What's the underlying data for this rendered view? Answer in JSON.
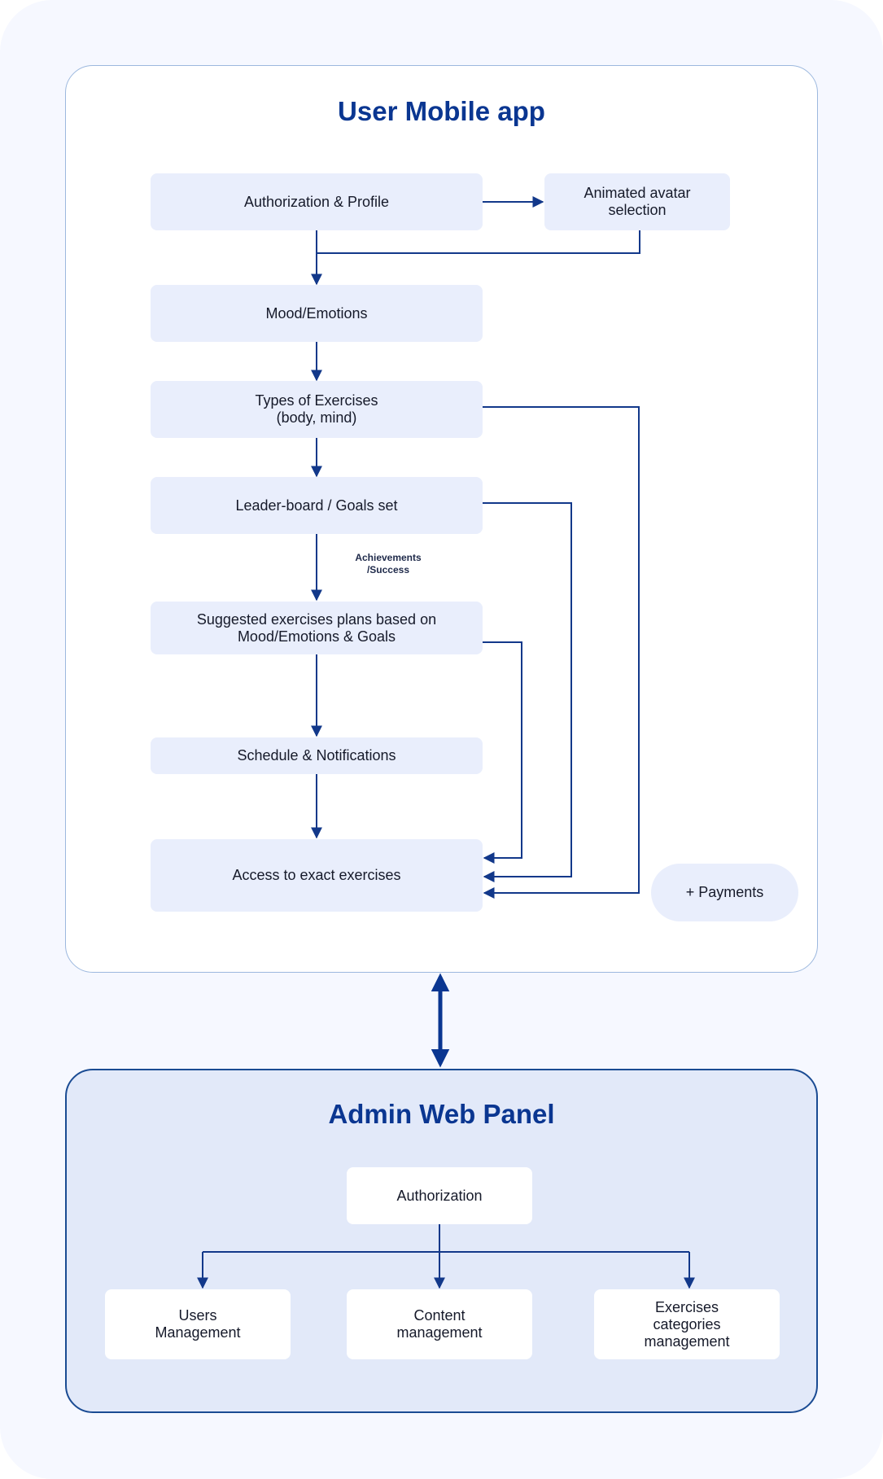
{
  "mobile_app": {
    "title": "User Mobile app",
    "nodes": {
      "auth_profile": "Authorization & Profile",
      "avatar": "Animated avatar\nselection",
      "mood": "Mood/Emotions",
      "types": "Types of Exercises\n(body, mind)",
      "leaderboard": "Leader-board / Goals set",
      "suggested": "Suggested exercises plans based on\nMood/Emotions & Goals",
      "schedule": "Schedule & Notifications",
      "access": "Access to exact exercises",
      "payments": "+ Payments"
    },
    "edge_labels": {
      "achievements": "Achievements\n/Success"
    }
  },
  "admin_panel": {
    "title": "Admin Web Panel",
    "nodes": {
      "authorization": "Authorization",
      "users": "Users\nManagement",
      "content": "Content\nmanagement",
      "categories": "Exercises\ncategories\nmanagement"
    }
  },
  "colors": {
    "accent": "#0a3691",
    "line": "#12388a",
    "node_fill": "#e9eefc",
    "admin_fill": "#e2e9f9"
  }
}
